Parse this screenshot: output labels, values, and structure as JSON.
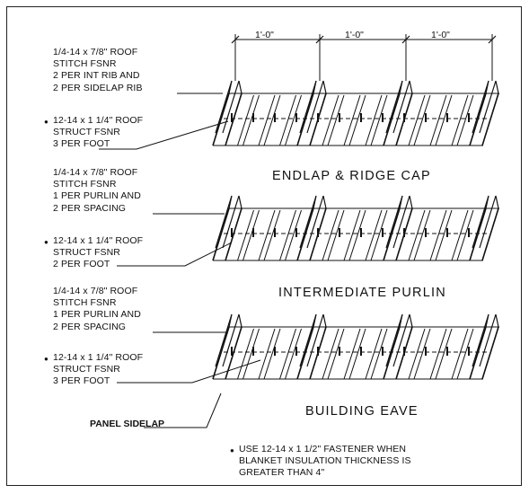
{
  "dimensions": [
    "1'-0\"",
    "1'-0\"",
    "1'-0\""
  ],
  "sections": [
    {
      "title": "ENDLAP & RIDGE CAP",
      "stitch_note": [
        "1/4-14 x 7/8\" ROOF",
        "STITCH FSNR",
        "2 PER INT RIB AND",
        "2 PER SIDELAP RIB"
      ],
      "struct_note": [
        "12-14 x 1 1/4\" ROOF",
        "STRUCT FSNR",
        "3 PER FOOT"
      ]
    },
    {
      "title": "INTERMEDIATE PURLIN",
      "stitch_note": [
        "1/4-14 x 7/8\" ROOF",
        "STITCH FSNR",
        "1 PER PURLIN AND",
        "2 PER SPACING"
      ],
      "struct_note": [
        "12-14 x 1 1/4\" ROOF",
        "STRUCT FSNR",
        "2 PER FOOT"
      ]
    },
    {
      "title": "BUILDING EAVE",
      "stitch_note": [
        "1/4-14 x 7/8\" ROOF",
        "STITCH FSNR",
        "1 PER PURLIN AND",
        "2 PER SPACING"
      ],
      "struct_note": [
        "12-14 x 1 1/4\" ROOF",
        "STRUCT FSNR",
        "3 PER FOOT"
      ]
    }
  ],
  "panel_sidelap_label": "PANEL SIDELAP",
  "footnote": [
    "USE 12-14 x 1 1/2\" FASTENER WHEN",
    "BLANKET INSULATION THICKNESS IS",
    "GREATER THAN 4\""
  ]
}
